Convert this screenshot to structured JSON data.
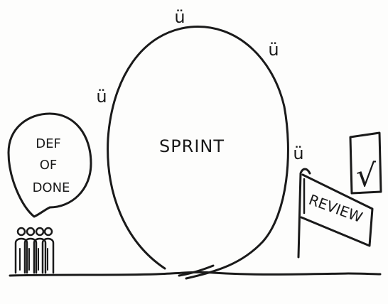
{
  "diagram": {
    "loop_label": "SPRINT",
    "speech_bubble_lines": [
      "DEF",
      "OF",
      "DONE"
    ],
    "sign_label": "REVIEW",
    "checkmark_symbol": "√",
    "face_glyph": "ü",
    "ink_color": "#1a1a1a",
    "background_color": "#fdfdfc"
  }
}
